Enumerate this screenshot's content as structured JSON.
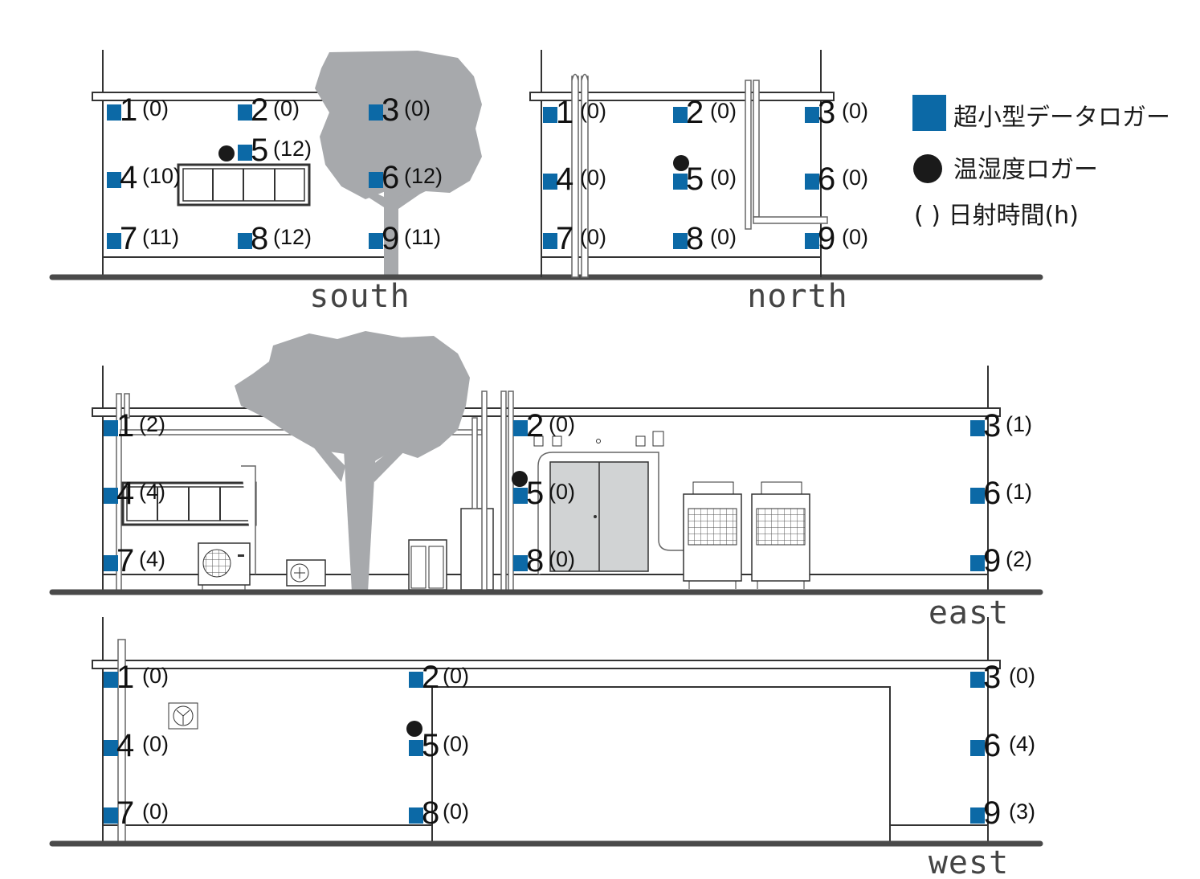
{
  "legend": {
    "data_logger_label": "超小型データロガー",
    "temp_humidity_logger_label": "温湿度ロガー",
    "sunshine_hours_label": "(  ) 日射時間(h)",
    "colors": {
      "data_logger": "#0c69a6",
      "temp_humidity_logger": "#1a1a1a"
    }
  },
  "elevations": {
    "south": {
      "label": "south",
      "sensors": [
        {
          "id": "1",
          "hours": "(0)"
        },
        {
          "id": "2",
          "hours": "(0)"
        },
        {
          "id": "3",
          "hours": "(0)"
        },
        {
          "id": "4",
          "hours": "(10)"
        },
        {
          "id": "5",
          "hours": "(12)"
        },
        {
          "id": "6",
          "hours": "(12)"
        },
        {
          "id": "7",
          "hours": "(11)"
        },
        {
          "id": "8",
          "hours": "(12)"
        },
        {
          "id": "9",
          "hours": "(11)"
        }
      ]
    },
    "north": {
      "label": "north",
      "sensors": [
        {
          "id": "1",
          "hours": "(0)"
        },
        {
          "id": "2",
          "hours": "(0)"
        },
        {
          "id": "3",
          "hours": "(0)"
        },
        {
          "id": "4",
          "hours": "(0)"
        },
        {
          "id": "5",
          "hours": "(0)"
        },
        {
          "id": "6",
          "hours": "(0)"
        },
        {
          "id": "7",
          "hours": "(0)"
        },
        {
          "id": "8",
          "hours": "(0)"
        },
        {
          "id": "9",
          "hours": "(0)"
        }
      ]
    },
    "east": {
      "label": "east",
      "sensors": [
        {
          "id": "1",
          "hours": "(2)"
        },
        {
          "id": "2",
          "hours": "(0)"
        },
        {
          "id": "3",
          "hours": "(1)"
        },
        {
          "id": "4",
          "hours": "(4)"
        },
        {
          "id": "5",
          "hours": "(0)"
        },
        {
          "id": "6",
          "hours": "(1)"
        },
        {
          "id": "7",
          "hours": "(4)"
        },
        {
          "id": "8",
          "hours": "(0)"
        },
        {
          "id": "9",
          "hours": "(2)"
        }
      ]
    },
    "west": {
      "label": "west",
      "sensors": [
        {
          "id": "1",
          "hours": "(0)"
        },
        {
          "id": "2",
          "hours": "(0)"
        },
        {
          "id": "3",
          "hours": "(0)"
        },
        {
          "id": "4",
          "hours": "(0)"
        },
        {
          "id": "5",
          "hours": "(0)"
        },
        {
          "id": "6",
          "hours": "(4)"
        },
        {
          "id": "7",
          "hours": "(0)"
        },
        {
          "id": "8",
          "hours": "(0)"
        },
        {
          "id": "9",
          "hours": "(3)"
        }
      ]
    }
  }
}
